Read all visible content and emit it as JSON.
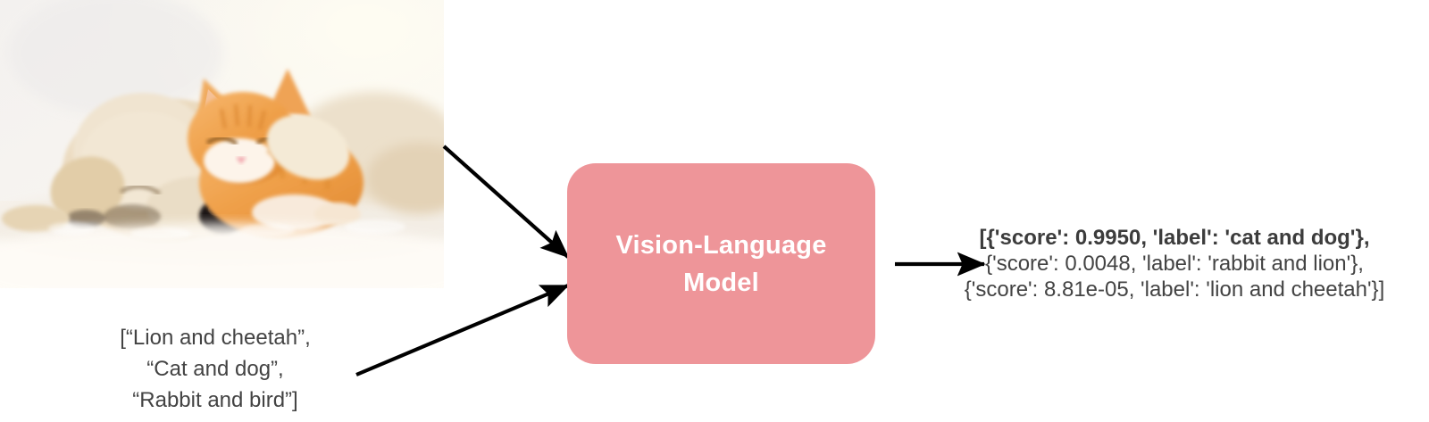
{
  "diagram": {
    "title": "Vision-Language Model zero-shot classification flow",
    "colors": {
      "model_box_fill": "#ee9599",
      "model_box_text": "#ffffff",
      "body_text": "#434343",
      "arrow": "#000000",
      "background": "#ffffff"
    }
  },
  "input_image": {
    "alt": "Sleeping golden retriever puppy and orange tabby kitten cuddling on a white blanket",
    "subjects": [
      "puppy",
      "kitten"
    ]
  },
  "prompt": {
    "lines": [
      "[“Lion and cheetah”,",
      "“Cat and dog”,",
      "“Rabbit and bird”]"
    ]
  },
  "model": {
    "name_line_1": "Vision-Language",
    "name_line_2": "Model"
  },
  "output": {
    "lines": [
      "[{'score': 0.9950, 'label': 'cat and dog'},",
      "{'score': 0.0048, 'label': 'rabbit and lion'},",
      "{'score': 8.81e-05, 'label': 'lion and cheetah'}]"
    ],
    "predictions": [
      {
        "score": "0.9950",
        "label": "cat and dog"
      },
      {
        "score": "0.0048",
        "label": "rabbit and lion"
      },
      {
        "score": "8.81e-05",
        "label": "lion and cheetah"
      }
    ]
  },
  "arrows": {
    "image_to_model": "arrow-image-to-model",
    "prompt_to_model": "arrow-prompt-to-model",
    "model_to_output": "arrow-model-to-output"
  }
}
